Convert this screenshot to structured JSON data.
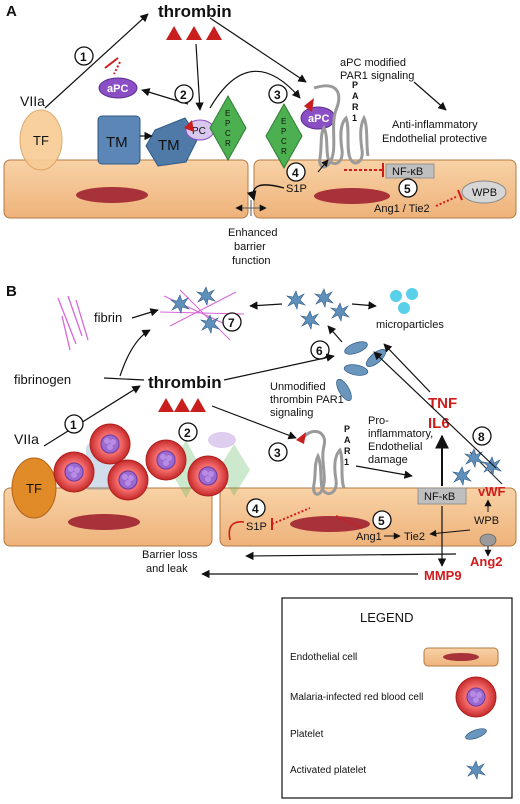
{
  "panelA": {
    "letter": "A",
    "thrombin": "thrombin",
    "steps": [
      "1",
      "2",
      "3",
      "4",
      "5"
    ],
    "VIIa": "VIIa",
    "TF": "TF",
    "TM1": "TM",
    "TM2": "TM",
    "PC": "PC",
    "aPC1": "aPC",
    "aPC2": "aPC",
    "EPCR1": [
      "E",
      "P",
      "C",
      "R"
    ],
    "EPCR2": [
      "E",
      "P",
      "C",
      "R"
    ],
    "PAR1": [
      "P",
      "A",
      "R",
      "1"
    ],
    "aPC_signal_1": "aPC modified",
    "aPC_signal_2": "PAR1 signaling",
    "protective_1": "Anti-inflammatory",
    "protective_2": "Endothelial protective",
    "nfkb": "NF-κB",
    "s1p": "S1P",
    "ang_tie": "Ang1 / Tie2",
    "wpb": "WPB",
    "barrier_1": "Enhanced",
    "barrier_2": "barrier",
    "barrier_3": "function"
  },
  "panelB": {
    "letter": "B",
    "fibrin": "fibrin",
    "fibrinogen": "fibrinogen",
    "thrombin": "thrombin",
    "microparticles": "microparticles",
    "steps": [
      "1",
      "2",
      "3",
      "4",
      "5",
      "6",
      "7",
      "8"
    ],
    "VIIa": "VIIa",
    "TF": "TF",
    "PAR1": [
      "P",
      "A",
      "R",
      "1"
    ],
    "unmod_1": "Unmodified",
    "unmod_2": "thrombin PAR1",
    "unmod_3": "signaling",
    "proinf_1": "Pro-",
    "proinf_2": "inflammatory,",
    "proinf_3": "Endothelial",
    "proinf_4": "damage",
    "tnf": "TNF",
    "il6": "IL6",
    "nfkb": "NF-κB",
    "s1p": "S1P",
    "ang1": "Ang1",
    "tie2": "Tie2",
    "wpb": "WPB",
    "vwf": "vWF",
    "ang2": "Ang2",
    "mmp9": "MMP9",
    "barrier_1": "Barrier loss",
    "barrier_2": "and leak"
  },
  "legend": {
    "title": "LEGEND",
    "items": [
      "Endothelial cell",
      "Malaria-infected red blood cell",
      "Platelet",
      "Activated platelet"
    ]
  },
  "colors": {
    "cell": "#f4c08a",
    "nucleus": "#a8323a",
    "epcr": "#4caf50",
    "tm": "#5b86b5",
    "apc": "#8a4fc4",
    "rbc": "#e04848",
    "platelet": "#6a96bd",
    "inhibit": "#d01c1c"
  }
}
